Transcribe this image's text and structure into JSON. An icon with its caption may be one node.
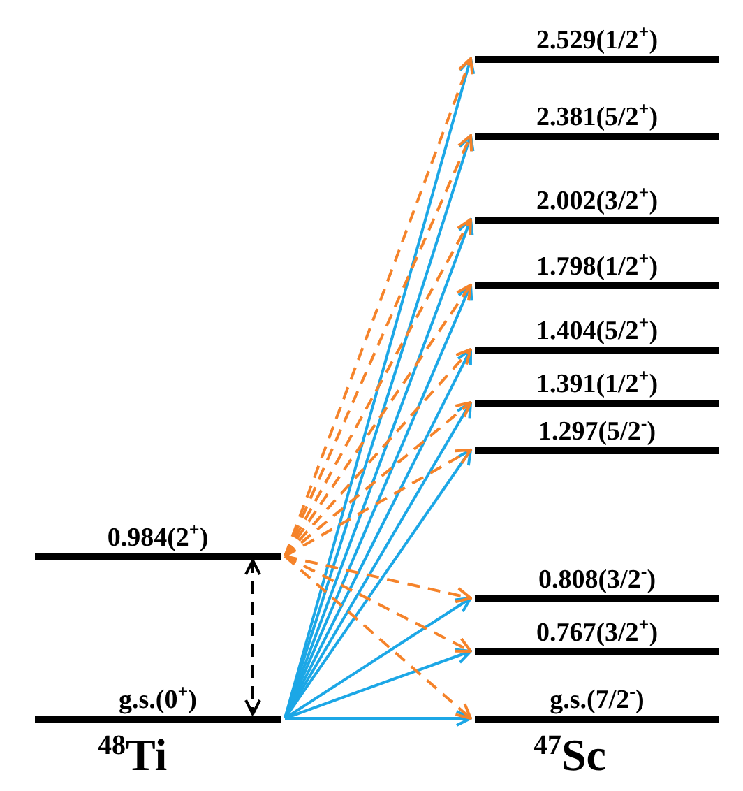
{
  "diagram": {
    "nodes": [
      {
        "text": [
          "0.984(2$^{+}$)"
        ]
      },
      {
        "text": [
          "g.s.(0$^{+}$)"
        ]
      },
      {
        "text": [
          "2.529(1/2$^{+}$)"
        ]
      },
      {
        "text": [
          "2.381(5/2$^{+}$)"
        ]
      },
      {
        "text": [
          "2.002(3/2$^{+}$)"
        ]
      },
      {
        "text": [
          "1.798(1/2$^{+}$)"
        ]
      },
      {
        "text": [
          "1.404(5/2$^{+}$)"
        ]
      },
      {
        "text": [
          "1.391(1/2$^{+}$)"
        ]
      },
      {
        "text": [
          "1.297(5/2$^{-}$)"
        ]
      },
      {
        "text": [
          "0.808(3/2$^{-}$)"
        ]
      },
      {
        "text": [
          "0.767(3/2$^{+}$)"
        ]
      },
      {
        "text": [
          "g.s.(7/2$^{-}$)"
        ]
      }
    ],
    "edges": [
      {
        "from": 0,
        "to": 1,
        "arrow": "both",
        "style": "dashed",
        "color": "#000000"
      },
      {
        "from": 1,
        "to": 2,
        "arrow": "to",
        "color": "#1ca7e6"
      },
      {
        "from": 1,
        "to": 3,
        "arrow": "to",
        "color": "#1ca7e6"
      },
      {
        "from": 1,
        "to": 4,
        "arrow": "to",
        "color": "#1ca7e6"
      },
      {
        "from": 1,
        "to": 5,
        "arrow": "to",
        "color": "#1ca7e6"
      },
      {
        "from": 1,
        "to": 6,
        "arrow": "to",
        "color": "#1ca7e6"
      },
      {
        "from": 1,
        "to": 7,
        "arrow": "to",
        "color": "#1ca7e6"
      },
      {
        "from": 1,
        "to": 8,
        "arrow": "to",
        "color": "#1ca7e6"
      },
      {
        "from": 1,
        "to": 9,
        "arrow": "to",
        "color": "#1ca7e6"
      },
      {
        "from": 1,
        "to": 10,
        "arrow": "to",
        "color": "#1ca7e6"
      },
      {
        "from": 1,
        "to": 11,
        "arrow": "to",
        "color": "#1ca7e6"
      },
      {
        "from": 0,
        "to": 2,
        "arrow": "to",
        "style": "dashed",
        "color": "#f5832a"
      },
      {
        "from": 0,
        "to": 3,
        "arrow": "to",
        "style": "dashed",
        "color": "#f5832a"
      },
      {
        "from": 0,
        "to": 4,
        "arrow": "to",
        "style": "dashed",
        "color": "#f5832a"
      },
      {
        "from": 0,
        "to": 5,
        "arrow": "to",
        "style": "dashed",
        "color": "#f5832a"
      },
      {
        "from": 0,
        "to": 6,
        "arrow": "to",
        "style": "dashed",
        "color": "#f5832a"
      },
      {
        "from": 0,
        "to": 7,
        "arrow": "to",
        "style": "dashed",
        "color": "#f5832a"
      },
      {
        "from": 0,
        "to": 8,
        "arrow": "to",
        "style": "dashed",
        "color": "#f5832a"
      },
      {
        "from": 0,
        "to": 9,
        "arrow": "to",
        "style": "dashed",
        "color": "#f5832a"
      },
      {
        "from": 0,
        "to": 10,
        "arrow": "to",
        "style": "dashed",
        "color": "#f5832a"
      },
      {
        "from": 0,
        "to": 11,
        "arrow": "to",
        "style": "dashed",
        "color": "#f5832a"
      }
    ],
    "labels": [
      "$^{48}$Ti",
      "$^{47}$Sc"
    ]
  }
}
